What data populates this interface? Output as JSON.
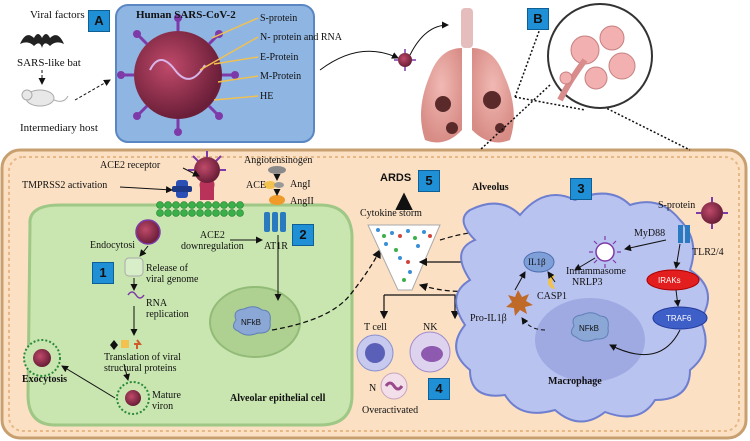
{
  "panelA": {
    "badge": "A",
    "viral_factors": "Viral factors",
    "sars_like_bat": "SARS-like bat",
    "intermediary_host": "Intermediary host",
    "box_title": "Human SARS-CoV-2",
    "components": [
      "S-protein",
      "N- protein and RNA",
      "E-Protein",
      "M-Protein",
      "HE"
    ]
  },
  "panelB": {
    "badge": "B"
  },
  "cell": {
    "ace2_receptor": "ACE2 receptor",
    "tmprss2_activation": "TMPRSS2 activation",
    "angiotensinogen": "Angiotensinogen",
    "ace": "ACE",
    "angI": "AngI",
    "angII": "AngII",
    "ace2_down": "ACE2\ndownregulation",
    "at1r": "AT1R",
    "badge2": "2",
    "badge1": "1",
    "endocytosis": "Endocytosi",
    "release": "Release of\nviral genome",
    "rna_rep": "RNA\nreplication",
    "translation": "Translation of viral\nstructural proteins",
    "exocytosis": "Exocytosis",
    "mature": "Mature\nviron",
    "nfkb": "NFkB",
    "alveolar_cell": "Alveolar epithelial cell"
  },
  "middle": {
    "ards": "ARDS",
    "badge5": "5",
    "cytokine_storm": "Cytokine storm",
    "t_cell": "T cell",
    "nk": "NK",
    "n": "N",
    "overactivated": "Overactivated",
    "badge4": "4"
  },
  "macrophage": {
    "alveolus": "Alveolus",
    "badge3": "3",
    "s_protein": "S-protein",
    "myd88": "MyD88",
    "tlr": "TLR2/4",
    "il1b": "IL1β",
    "inflammasome": "Inflammasome",
    "nlrp3": "NRLP3",
    "casp1": "CASP1",
    "pro_il1b": "Pro-IL1β",
    "irak": "IRAKs",
    "traf6": "TRAF6",
    "nfkb": "NFkB",
    "macrophage": "Macrophage"
  },
  "colors": {
    "alveolus_bg": "#fbe0c4",
    "epithelial": "#c9e6b0",
    "macrophage": "#b9c3f0",
    "badge": "#1f8fd6",
    "virus": "#8a2a4a",
    "spike": "#7e3aa8",
    "box_blue": "#8fb5e3"
  },
  "icons": [
    "bat-icon",
    "mouse-icon",
    "virus-icon",
    "lungs-icon",
    "alveoli-icon",
    "t-cell-icon",
    "nk-cell-icon",
    "neutrophil-icon"
  ]
}
